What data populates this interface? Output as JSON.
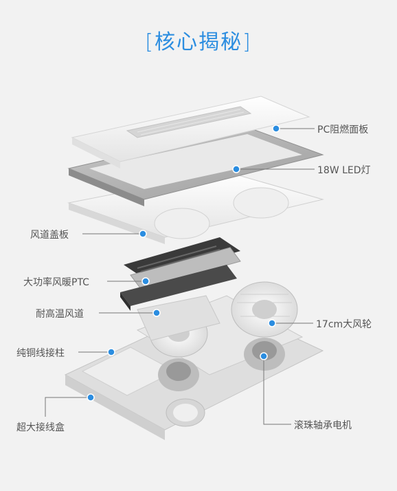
{
  "title": "核心揭秘",
  "labels": {
    "pc_panel": "PC阻燃面板",
    "led": "18W LED灯",
    "air_cover": "风道盖板",
    "ptc": "大功率风暖PTC",
    "high_temp_duct": "耐高温风道",
    "copper_post": "纯铜线接柱",
    "junction_box": "超大接线盒",
    "wheel": "17cm大风轮",
    "motor": "滚珠轴承电机"
  },
  "colors": {
    "accent": "#2b8de0",
    "line": "#777777",
    "background": "#f2f2f2"
  }
}
